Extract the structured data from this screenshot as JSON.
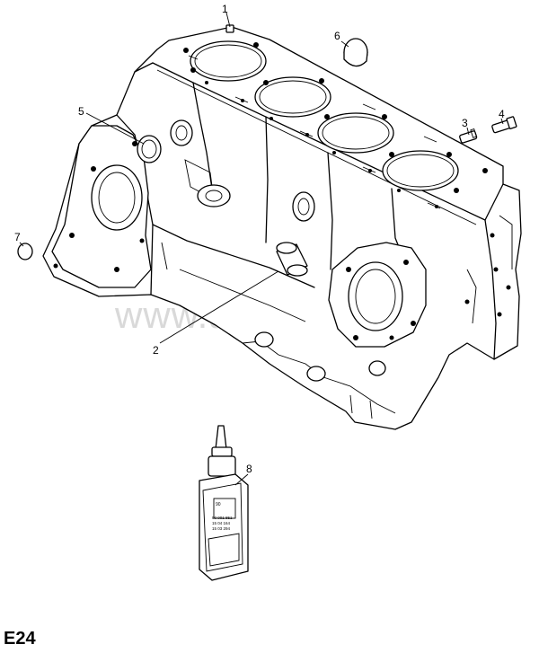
{
  "watermark": "www.amsklad.ru",
  "figure_code": "E24",
  "callouts": [
    {
      "id": "1",
      "text": "1"
    },
    {
      "id": "2",
      "text": "2"
    },
    {
      "id": "3",
      "text": "3"
    },
    {
      "id": "4",
      "text": "4"
    },
    {
      "id": "5",
      "text": "5"
    },
    {
      "id": "6",
      "text": "6"
    },
    {
      "id": "7",
      "text": "7"
    },
    {
      "id": "8",
      "text": "8"
    }
  ],
  "bottle_label": {
    "line1": "90",
    "line2": "90 001 851",
    "line3": "15 04 164",
    "line4": "15 03 294"
  }
}
